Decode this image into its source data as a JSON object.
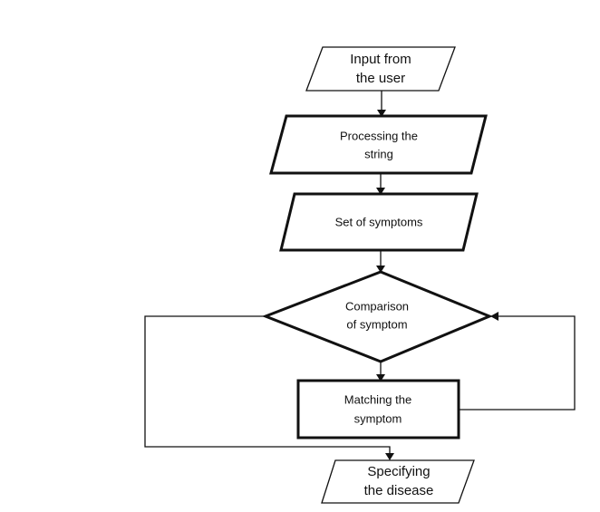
{
  "flowchart": {
    "input": {
      "lines": [
        "Input from",
        "the user"
      ]
    },
    "processing": {
      "lines": [
        "Processing the",
        "string"
      ]
    },
    "symptoms_set": {
      "lines": [
        "Set of symptoms"
      ]
    },
    "comparison": {
      "lines": [
        "Comparison",
        "of symptom"
      ]
    },
    "matching": {
      "lines": [
        "Matching the",
        "symptom"
      ]
    },
    "output": {
      "lines": [
        "Specifying",
        "the disease"
      ]
    }
  }
}
